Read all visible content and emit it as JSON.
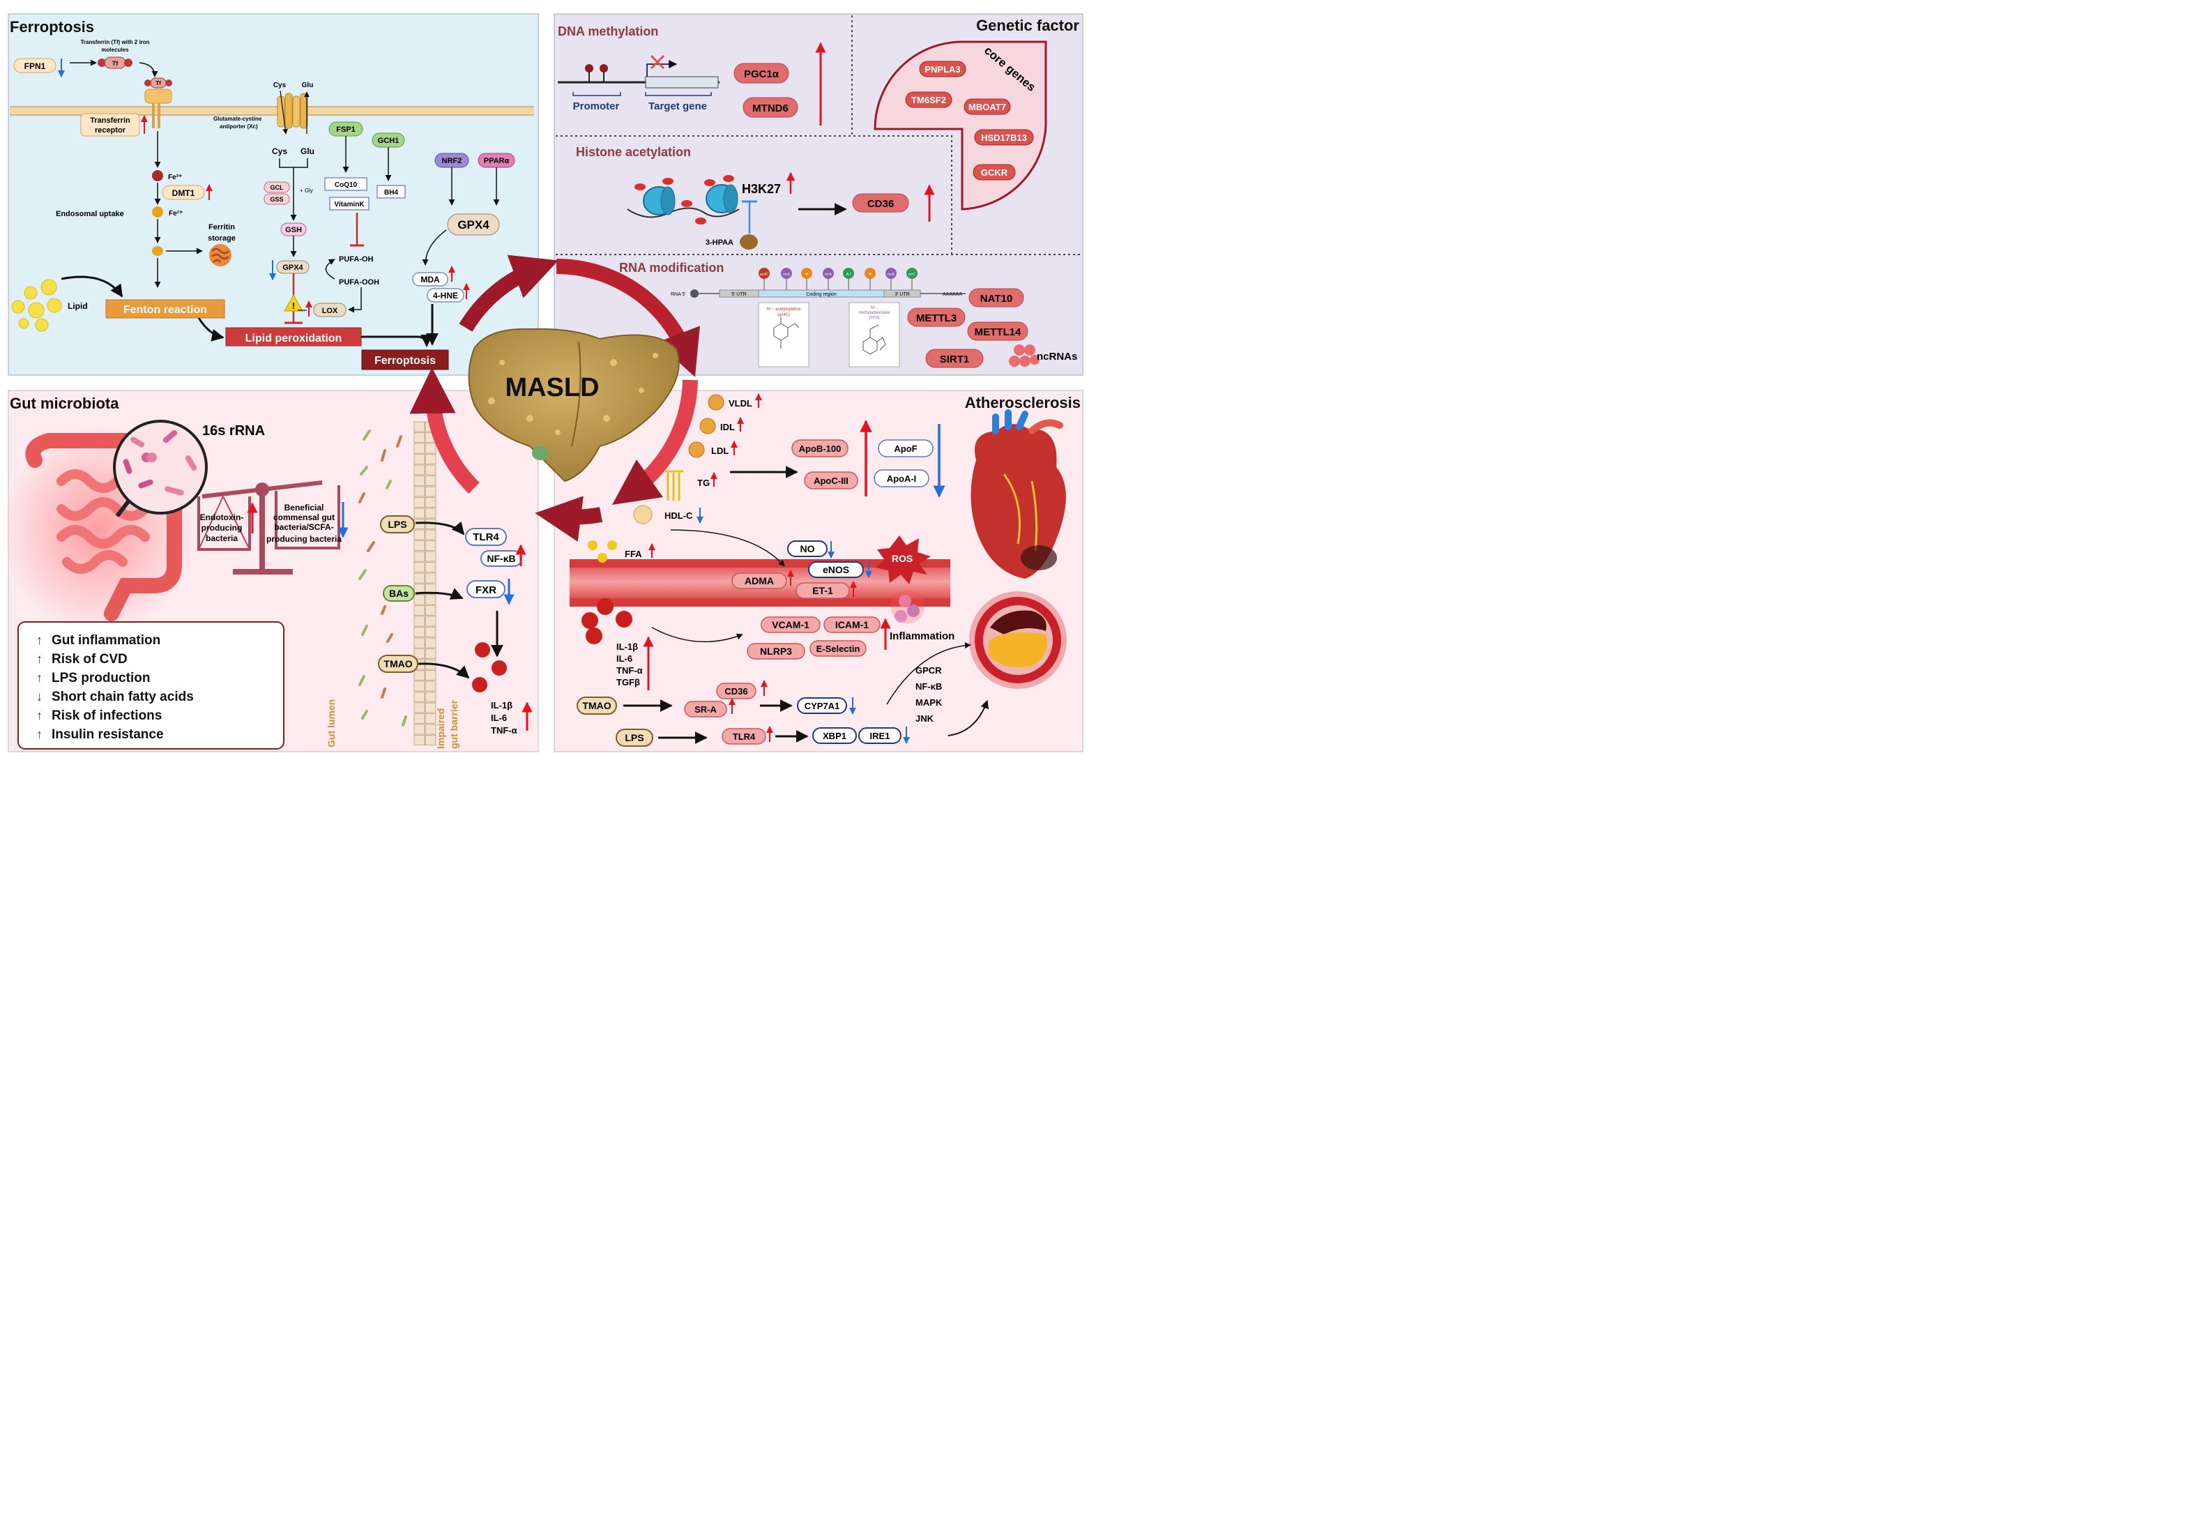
{
  "center": {
    "title": "MASLD"
  },
  "ferroptosis": {
    "title": "Ferroptosis",
    "fpn1": "FPN1",
    "tf_note_1": "Transferrin (Tf) with 2 iron",
    "tf_note_2": "molecules",
    "tf": "Tf",
    "tfr_1": "Transferrin",
    "tfr_2": "receptor",
    "fe3": "Fe³⁺",
    "dmt1": "DMT1",
    "fe2": "Fe²⁺",
    "endosomal": "Endosomal uptake",
    "ferritin_1": "Ferritin",
    "ferritin_2": "storage",
    "lipid": "Lipid",
    "fenton": "Fenton reaction",
    "lipid_perox": "Lipid peroxidation",
    "ferroptosis_box": "Ferroptosis",
    "cys_top": "Cys",
    "glu_top": "Glu",
    "antiporter_1": "Glutamate-cystine",
    "antiporter_2": "antiporter (Xc)",
    "cys_bottom": "Cys",
    "glu_bottom": "Glu",
    "gcl": "GCL",
    "gss": "GSS",
    "gly": "+ Gly",
    "gsh": "GSH",
    "gpx4_small": "GPX4",
    "lox": "LOX",
    "fsp1": "FSP1",
    "gch1": "GCH1",
    "coq10": "CoQ10",
    "vitk": "VitaminK",
    "bh4": "BH4",
    "pufa_oh": "PUFA-OH",
    "pufa_ooh": "PUFA-OOH",
    "nrf2": "NRF2",
    "ppara": "PPARα",
    "gpx4_big": "GPX4",
    "mda": "MDA",
    "hne": "4-HNE",
    "warn": "!"
  },
  "epigenetic": {
    "dna_title": "DNA methylation",
    "promoter": "Promoter",
    "target": "Target gene",
    "pgc1a": "PGC1α",
    "mtnd6": "MTND6",
    "histone_title": "Histone acetylation",
    "h3k27": "H3K27",
    "hpaa": "3-HPAA",
    "cd36": "CD36",
    "rna_title": "RNA modification",
    "rna_5": "RNA 5'",
    "utr5": "5' UTR",
    "coding": "Coding region",
    "utr3": "3' UTR",
    "polya": "AAAAAA",
    "ac4c_1": "N⁴ - acetylcytidine",
    "ac4c_2": "(ac4C)",
    "m6a_1": "N⁶ -",
    "m6a_2": "methyladenosine",
    "m6a_3": "(m⁶A)",
    "nat10": "NAT10",
    "mettl3": "METTL3",
    "mettl14": "METTL14",
    "sirt1": "SIRT1",
    "ncrnas": "ncRNAs",
    "site_labels": [
      "ac4C",
      "m⁶A",
      "Ψ",
      "m⁶A",
      "A-I",
      "Ψ",
      "m⁶A",
      "m⁵C"
    ],
    "site_colors": [
      "#c0392b",
      "#8e5fb0",
      "#e8891d",
      "#8e5fb0",
      "#2e9b55",
      "#e8891d",
      "#8e5fb0",
      "#2e9b55"
    ]
  },
  "genetic": {
    "title": "Genetic factor",
    "core": "core genes",
    "genes": [
      "PNPLA3",
      "TM6SF2",
      "MBOAT7",
      "HSD17B13",
      "GCKR"
    ]
  },
  "gut": {
    "title": "Gut microbiota",
    "rrna": "16s rRNA",
    "endotoxin_1": "Endotoxin-",
    "endotoxin_2": "producing",
    "endotoxin_3": "bacteria",
    "beneficial_1": "Beneficial",
    "beneficial_2": "commensal gut",
    "beneficial_3": "bacteria/SCFA-",
    "beneficial_4": "producing bacteria",
    "lps": "LPS",
    "tlr4": "TLR4",
    "nfkb": "NF-κB",
    "bas": "BAs",
    "fxr": "FXR",
    "tmao": "TMAO",
    "il1b": "IL-1β",
    "il6": "IL-6",
    "tnfa": "TNF-α",
    "lumen": "Gut lumen",
    "barrier_1": "Impaired",
    "barrier_2": "gut barrier",
    "effects": [
      {
        "arrow": "↑",
        "text": "Gut inflammation"
      },
      {
        "arrow": "↑",
        "text": "Risk of CVD"
      },
      {
        "arrow": "↑",
        "text": "LPS production"
      },
      {
        "arrow": "↓",
        "text": "Short chain fatty acids"
      },
      {
        "arrow": "↑",
        "text": "Risk of infections"
      },
      {
        "arrow": "↑",
        "text": "Insulin resistance"
      }
    ]
  },
  "athero": {
    "title": "Atherosclerosis",
    "vldl": "VLDL",
    "idl": "IDL",
    "ldl": "LDL",
    "tg": "TG",
    "hdlc": "HDL-C",
    "apob": "ApoB-100",
    "apoc": "ApoC-III",
    "apof": "ApoF",
    "apoa": "ApoA-I",
    "ffa": "FFA",
    "no": "NO",
    "enos": "eNOS",
    "ros": "ROS",
    "adma": "ADMA",
    "et1": "ET-1",
    "vcam": "VCAM-1",
    "icam": "ICAM-1",
    "nlrp3": "NLRP3",
    "eselectin": "E-Selectin",
    "inflammation": "Inflammation",
    "cyto": [
      "IL-1β",
      "IL-6",
      "TNF-α",
      "TGFβ"
    ],
    "tmao": "TMAO",
    "cd36": "CD36",
    "sra": "SR-A",
    "cyp7a1": "CYP7A1",
    "lps": "LPS",
    "tlr4": "TLR4",
    "xbp1": "XBP1",
    "ire1": "IRE1",
    "pathways": [
      "GPCR",
      "NF-κB",
      "MAPK",
      "JNK"
    ]
  },
  "colors": {
    "ferroptosis_bg": "#dff1f6",
    "epigenetic_bg": "#e7e3f1",
    "gut_bg": "#fdebf0",
    "athero_bg": "#fdebf0",
    "cycle_dark": "#9c1a2a",
    "cycle_light": "#e2414d",
    "up_red": "#e3141f",
    "down_blue": "#1f6fe0",
    "gene_red": "#d9534f"
  }
}
